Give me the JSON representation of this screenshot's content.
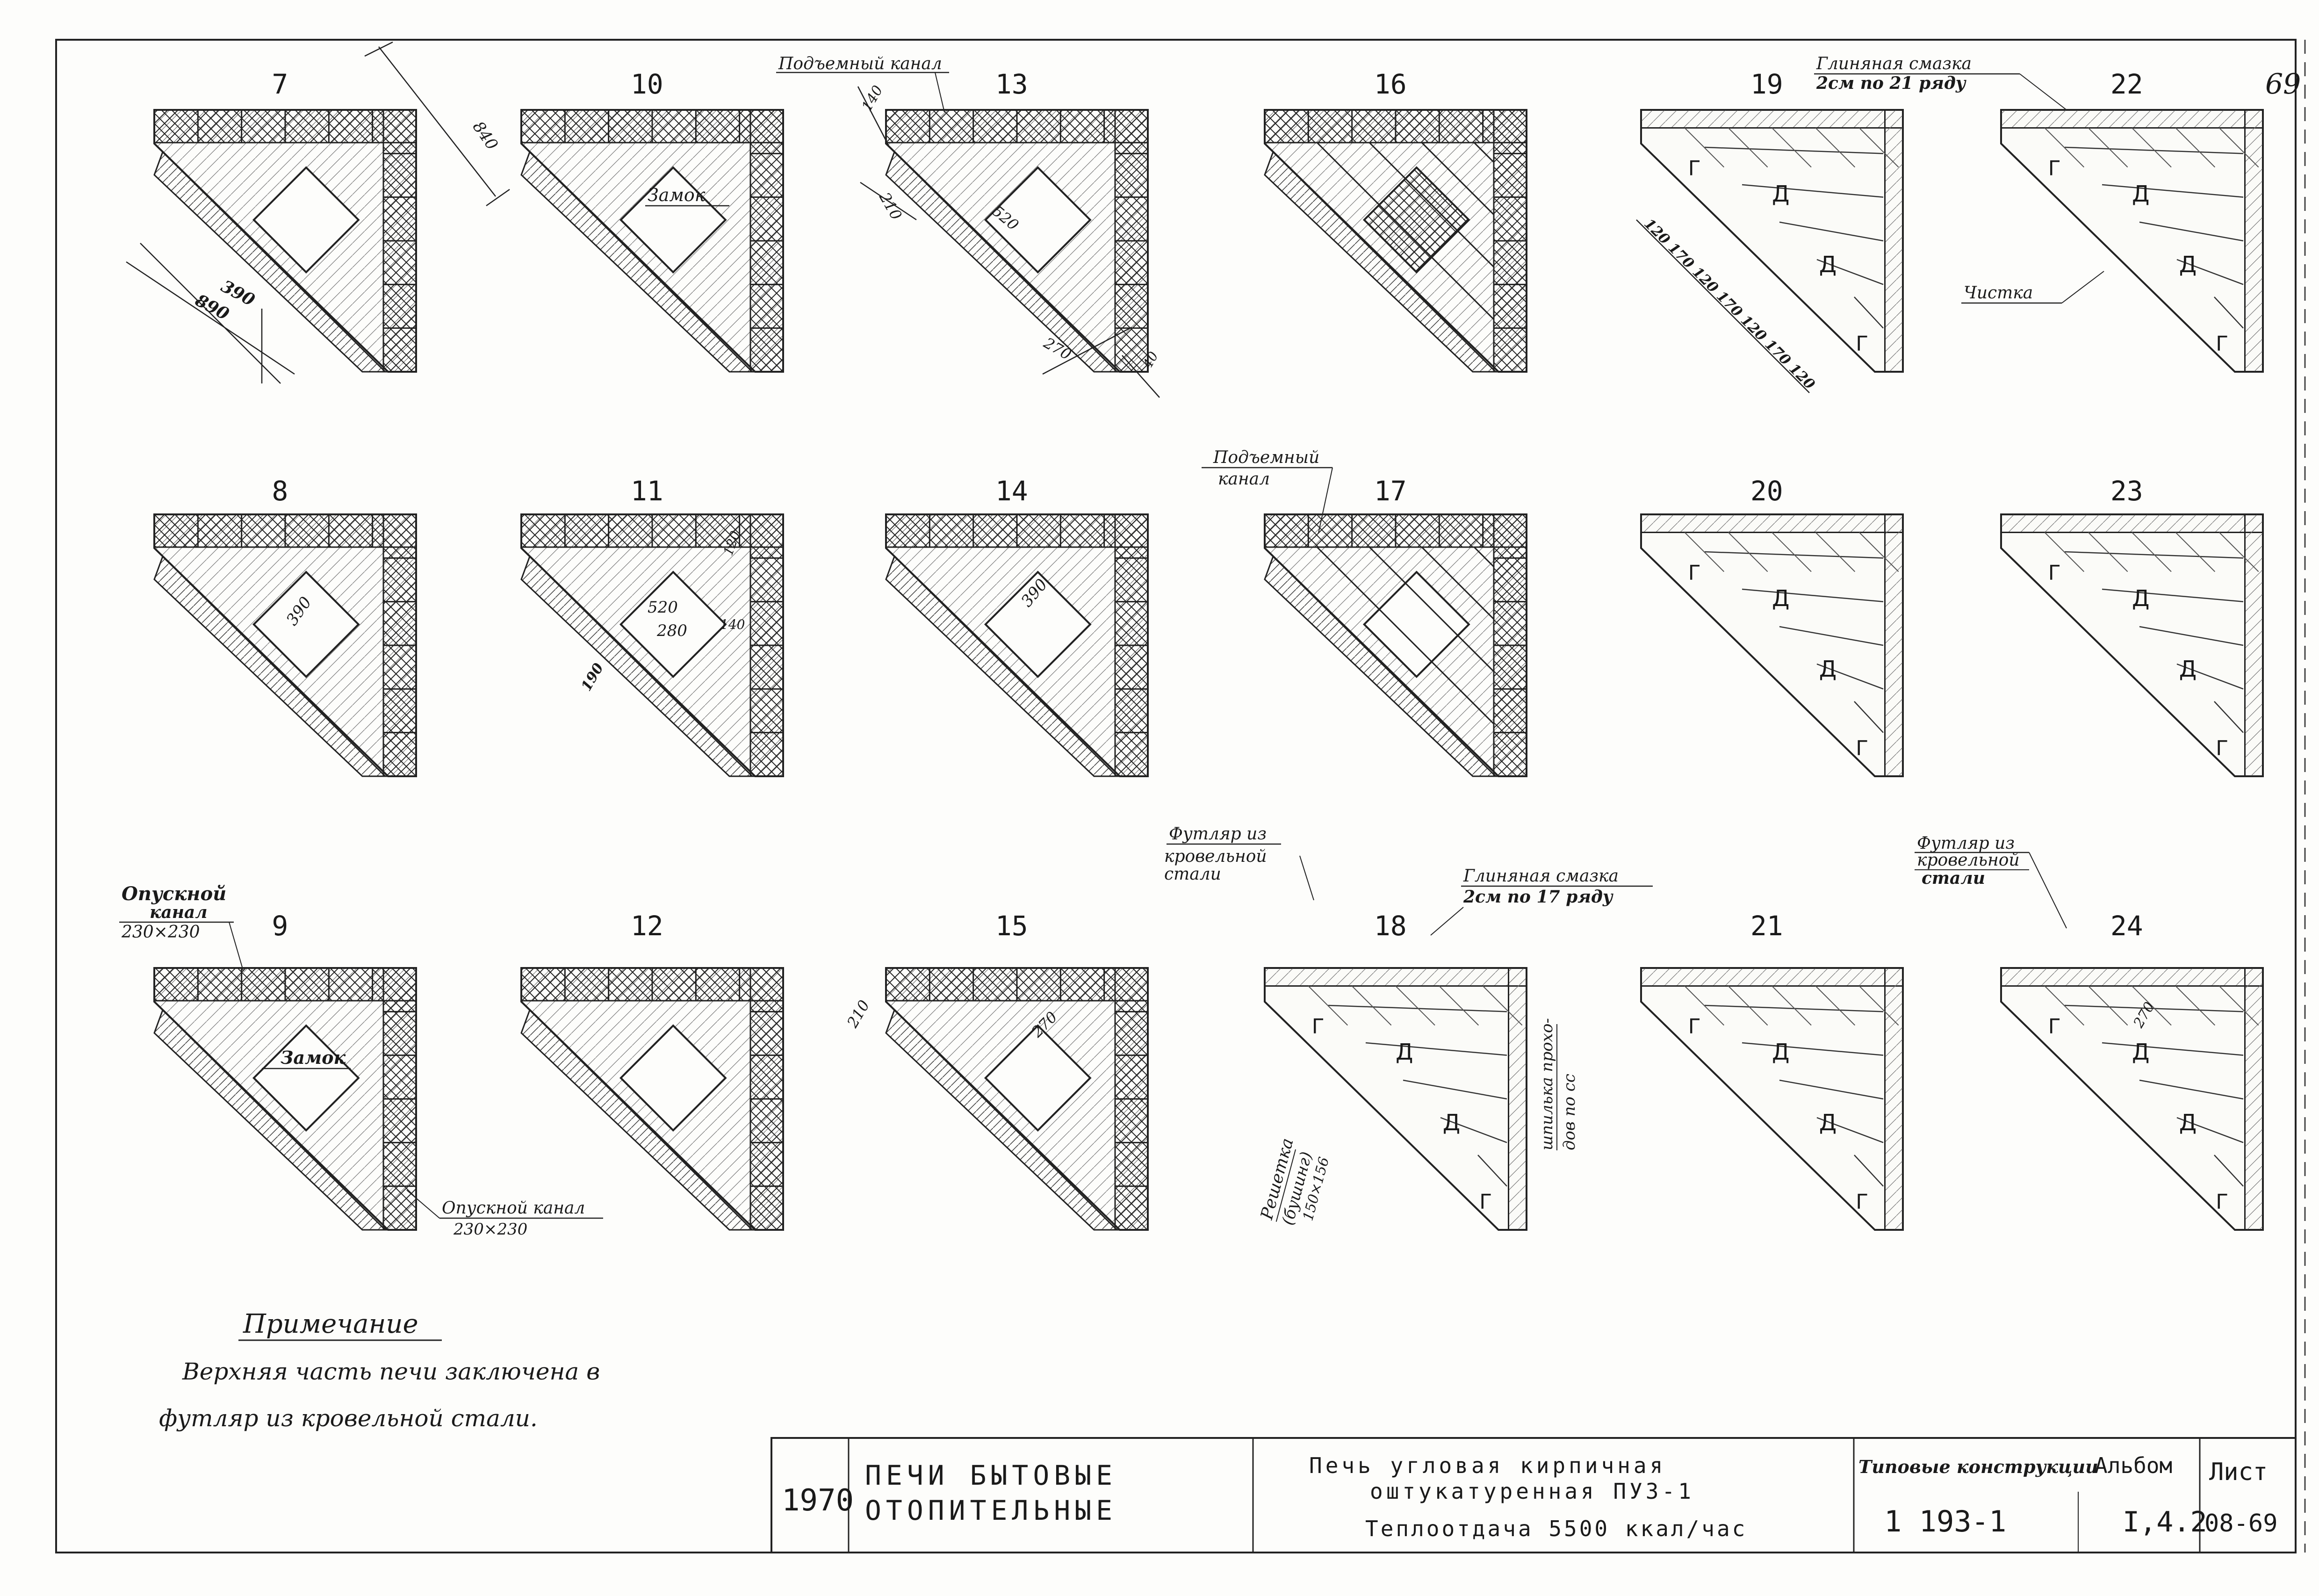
{
  "sheet_number": "69",
  "rows": [
    {
      "label": "7"
    },
    {
      "label": "10"
    },
    {
      "label": "13"
    },
    {
      "label": "16"
    },
    {
      "label": "19"
    },
    {
      "label": "22"
    },
    {
      "label": "8"
    },
    {
      "label": "11"
    },
    {
      "label": "14"
    },
    {
      "label": "17"
    },
    {
      "label": "20"
    },
    {
      "label": "23"
    },
    {
      "label": "9"
    },
    {
      "label": "12"
    },
    {
      "label": "15"
    },
    {
      "label": "18"
    },
    {
      "label": "21"
    },
    {
      "label": "24"
    }
  ],
  "annotations": {
    "podemny_kanal_top": "Подъемный канал",
    "glinyanaya_smazka_19": "Глиняная смазка",
    "glinyanaya_smazka_19_b": "2см по 21 ряду",
    "chistka_22": "Чистка",
    "zamok_10": "Замок",
    "podemny_kanal_17_a": "Подъемный",
    "podemny_kanal_17_b": "канал",
    "futlyar_18_a": "Футляр из",
    "futlyar_18_b": "кровельной",
    "futlyar_18_c": "стали",
    "glinyanaya_smazka_18_a": "Глиняная смазка",
    "glinyanaya_smazka_18_b": "2см по 17 ряду",
    "reshetka_a": "Решетка",
    "reshetka_b": "(бушинг)",
    "reshetka_c": "150×156",
    "shpilka_a": "шпилька прохо-",
    "shpilka_b": "дов по сс",
    "futlyar_24_a": "Футляр из",
    "futlyar_24_b": "кровельной",
    "futlyar_24_c": "стали",
    "opusknoy_9_a": "Опускной",
    "opusknoy_9_b": "канал",
    "opusknoy_9_c": "230×230",
    "zamok_9": "Замок",
    "opusknoy_9_bottom_a": "Опускной канал",
    "opusknoy_9_bottom_b": "230×230"
  },
  "dimensions": {
    "d840": "840",
    "d390": "390",
    "d890": "890",
    "d140_13": "140",
    "d210_13": "210",
    "d520_13": "520",
    "d270_13": "270",
    "d40_13": "40",
    "d390_8": "390",
    "d520_11": "520",
    "d280_11": "280",
    "d140_11": "140",
    "d120_11": "120",
    "d190_11": "190",
    "d390_14": "390",
    "d210_15": "210",
    "d270_15": "270",
    "d270_24": "270",
    "d19_chain": "120 170 120 170 120 170 120"
  },
  "cell_letters": {
    "g": "Г",
    "d": "Д"
  },
  "note": {
    "title": "Примечание",
    "line1": "Верхняя часть печи заключена в",
    "line2": "футляр из кровельной стали."
  },
  "title_block": {
    "year": "1970",
    "category_a": "ПЕЧИ БЫТОВЫЕ",
    "category_b": "ОТОПИТЕЛЬНЫЕ",
    "title_a": "Печь угловая кирпичная",
    "title_b": "оштукатуренная ПУЗ-1",
    "title_c": "Теплоотдача 5500 ккал/час",
    "series_label": "Типовые конструкции",
    "album_label": "Альбом",
    "series_code": "1 193-1",
    "album_number": "I,4.2",
    "sheet_label": "Лист",
    "sheet_code": "08-69"
  }
}
